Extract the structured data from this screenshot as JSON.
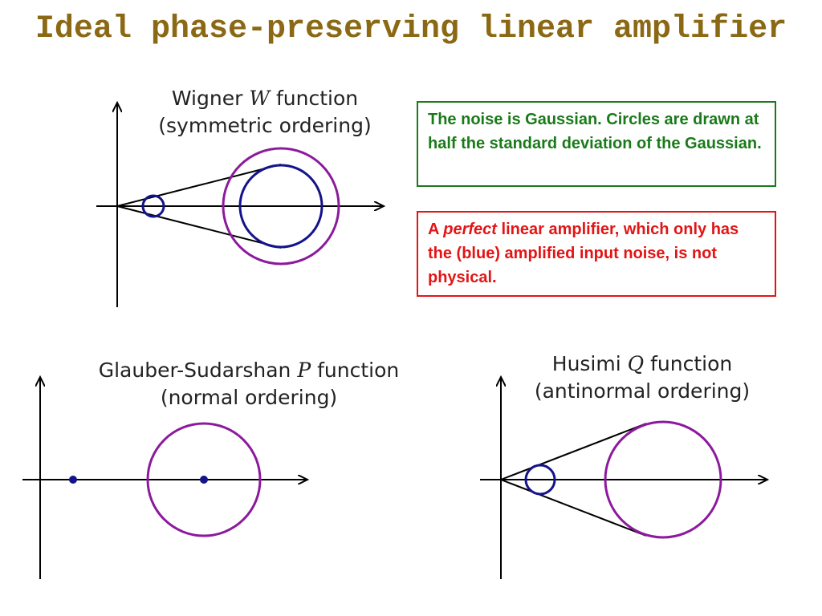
{
  "title": "Ideal phase-preserving linear amplifier",
  "colors": {
    "title": "#8b6914",
    "purple": "#8b1a9c",
    "blue": "#13138a",
    "green": "#1a7a1a",
    "red": "#e31414"
  },
  "panels": {
    "wigner": {
      "line1_pre": "Wigner ",
      "symbol": "W",
      "line1_post": " function",
      "line2": "(symmetric ordering)"
    },
    "glauber": {
      "line1_pre": "Glauber-Sudarshan ",
      "symbol": "P",
      "line1_post": " function",
      "line2": "(normal ordering)"
    },
    "husimi": {
      "line1_pre": "Husimi ",
      "symbol": "Q",
      "line1_post": " function",
      "line2": "(antinormal ordering)"
    }
  },
  "notes": {
    "gaussian": "The noise is Gaussian.  Circles are drawn at half the standard deviation of the Gaussian.",
    "perfect_prefix": "A ",
    "perfect_em": "perfect",
    "perfect_rest": " linear amplifier, which only has the (blue) amplified input noise, is not physical."
  }
}
